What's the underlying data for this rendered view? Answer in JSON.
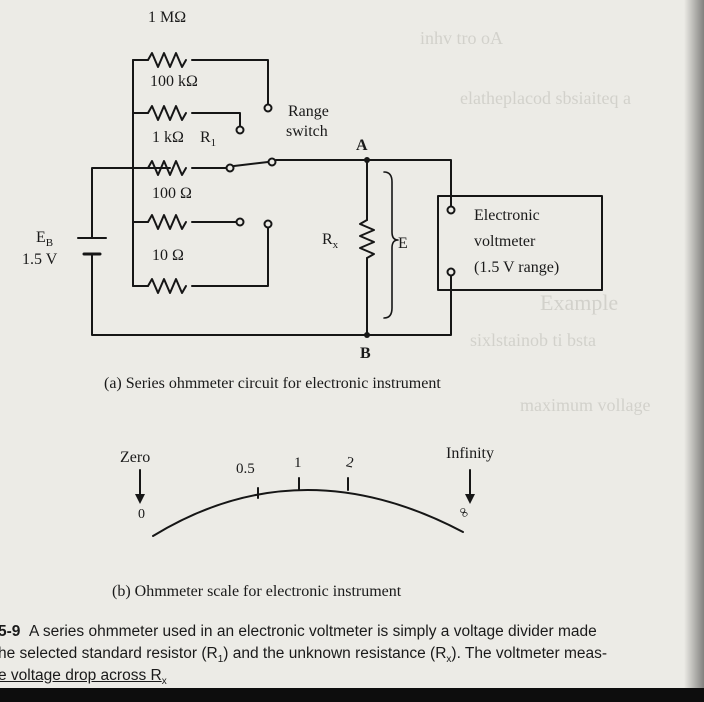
{
  "circuit": {
    "resistors": {
      "r_1meg": "1 MΩ",
      "r_100k": "100 kΩ",
      "r_1k": "1 kΩ",
      "r1_symbol": "R",
      "r1_sub": "1",
      "r_100": "100 Ω",
      "r_10": "10 Ω"
    },
    "battery_label": "E",
    "battery_sub": "B",
    "battery_value": "1.5 V",
    "range_switch": [
      "Range",
      "switch"
    ],
    "node_a": "A",
    "node_b": "B",
    "rx_symbol": "R",
    "rx_sub": "x",
    "e_label": "E",
    "voltmeter": [
      "Electronic",
      "voltmeter",
      "(1.5 V range)"
    ],
    "caption_a": "(a) Series ohmmeter circuit for electronic instrument"
  },
  "scale": {
    "zero_label": "Zero",
    "infinity_label": "Infinity",
    "zero_mark": "0",
    "infinity_mark": "∞",
    "ticks": [
      "0.5",
      "1",
      "2"
    ],
    "caption_b": "(b) Ohmmeter scale for electronic instrument"
  },
  "figure_caption": {
    "number": "5-9",
    "line1": "A series ohmmeter used in an electronic voltmeter is simply a voltage divider made",
    "line2_pre": "he selected standard resistor (R",
    "line2_sub1": "1",
    "line2_mid": ") and the unknown resistance (R",
    "line2_sub2": "x",
    "line2_post": "). The voltmeter meas-",
    "line3_pre": "e voltage drop across R",
    "line3_sub": "x"
  }
}
